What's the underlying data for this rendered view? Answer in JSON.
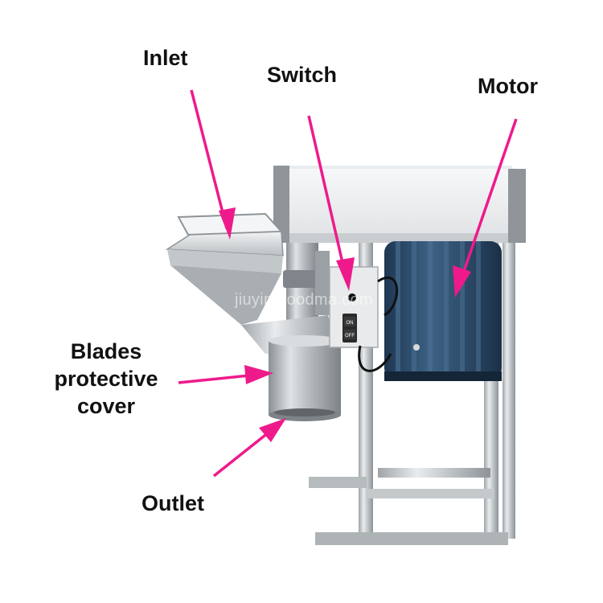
{
  "labels": {
    "inlet": "Inlet",
    "switch": "Switch",
    "motor": "Motor",
    "blades_line1": "Blades",
    "blades_line2": "protective",
    "blades_line3": "cover",
    "outlet": "Outlet"
  },
  "switch_panel": {
    "on": "ON",
    "off": "OFF"
  },
  "watermark": "jiuyingfoodma.com",
  "colors": {
    "arrow": "#ee1a8c",
    "steel": "#c7cbce",
    "motor": "#2b4b6c",
    "label": "#111111"
  }
}
